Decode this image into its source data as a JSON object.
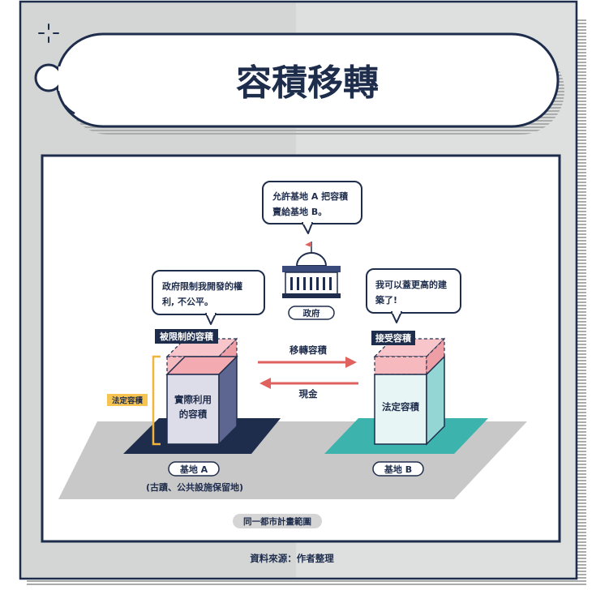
{
  "title": "容積移轉",
  "government": {
    "speech": [
      "允許基地 A 把容積",
      "賣給基地 B。"
    ],
    "label": "政府"
  },
  "site_a": {
    "speech": [
      "政府限制我開發的權",
      "利, 不公平。"
    ],
    "restricted_label": "被限制的容積",
    "legal_label": "法定容積",
    "building_text": [
      "實際利用",
      "的容積"
    ],
    "label": "基地 A",
    "sublabel": "(古蹟、公共設施保留地)"
  },
  "site_b": {
    "speech": [
      "我可以蓋更高的建",
      "築了!"
    ],
    "receive_label": "接受容積",
    "building_text": "法定容積",
    "label": "基地 B"
  },
  "arrows": {
    "transfer": "移轉容積",
    "money": "現金"
  },
  "scope_label": "同一都市計畫範圍",
  "source": "資料來源：作者整理",
  "colors": {
    "navy": "#1f2d4d",
    "panel_gray": "#d3d6d4",
    "pink": "#f6b9be",
    "arrow_red": "#e0625e",
    "teal": "#3cb3ad",
    "light_teal": "#e7f5f5",
    "ground_gray": "#c8c8c8",
    "label_yellow": "#f5c451"
  }
}
